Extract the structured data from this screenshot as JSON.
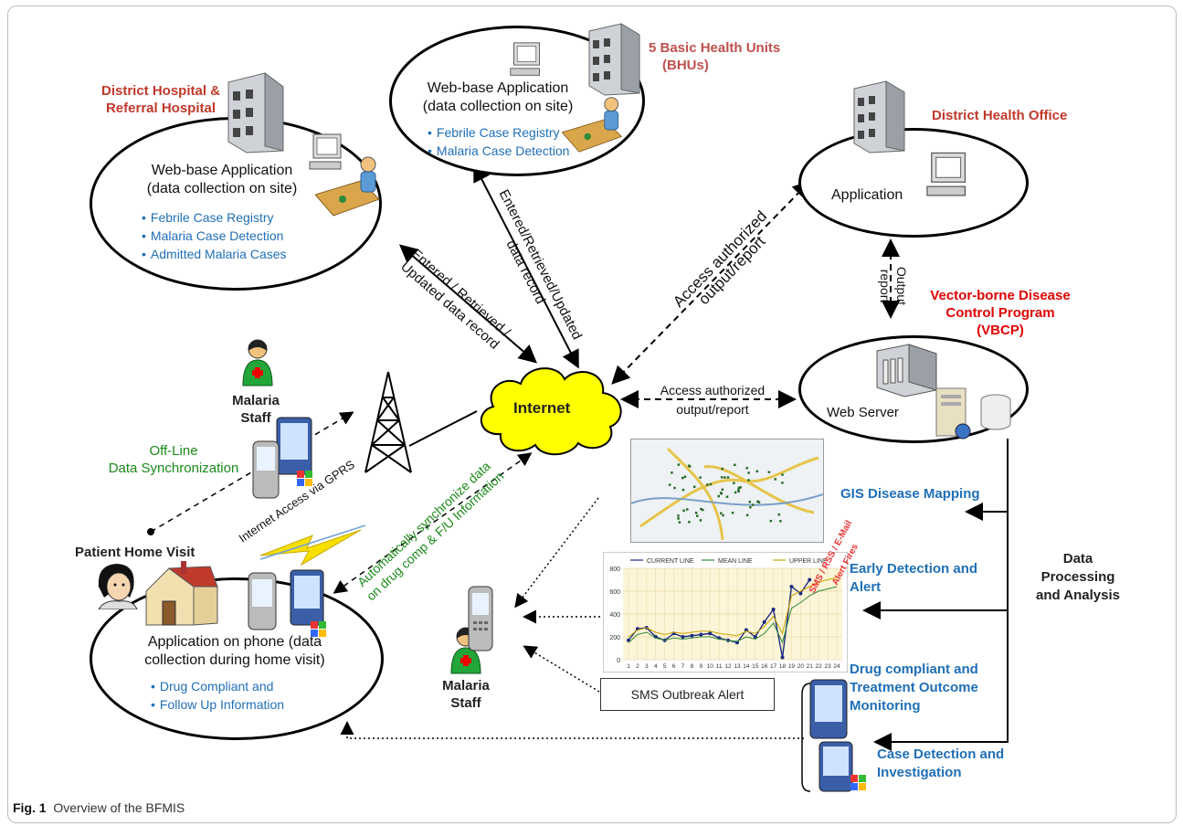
{
  "caption": {
    "label": "Fig. 1",
    "text": "Overview of the BFMIS"
  },
  "district_hospital": {
    "title_line1": "District Hospital &",
    "title_line2": "Referral Hospital",
    "app_line1": "Web-base Application",
    "app_line2": "(data collection on site)",
    "bullets": [
      "Febrile Case Registry",
      "Malaria Case Detection",
      "Admitted Malaria Cases"
    ]
  },
  "bhu": {
    "title_line1": "5 Basic Health Units",
    "title_line2": "(BHUs)",
    "app_line1": "Web-base Application",
    "app_line2": "(data collection on site)",
    "bullets": [
      "Febrile Case Registry",
      "Malaria Case Detection"
    ]
  },
  "dho": {
    "title": "District Health Office",
    "app": "Application"
  },
  "vbcp": {
    "title_line1": "Vector-borne Disease",
    "title_line2": "Control Program",
    "title_line3": "(VBCP)",
    "server": "Web Server"
  },
  "internet": {
    "label": "Internet"
  },
  "flows": {
    "hospital_line1": "Entered / Retrieved /",
    "hospital_line2": "Updated  data record",
    "bhu_line1": "Entered/Retrieved/Updated",
    "bhu_line2": "data record",
    "dho_line1": "Access authorized",
    "dho_line2": "output/report",
    "vbcp_line1": "Access authorized",
    "vbcp_line2": "output/report",
    "output_line1": "Output",
    "output_line2": "report",
    "gprs": "Internet Access via GPRS",
    "sync_line1": "Automatically synchronize data",
    "sync_line2": "on drug comp & F/U Information",
    "offline_line1": "Off-Line",
    "offline_line2": "Data Synchronization",
    "alerts": "SMS / RSS / E-Mail",
    "alerts2": "Alert Fires"
  },
  "staff": {
    "top_line1": "Malaria",
    "top_line2": "Staff",
    "bottom_line1": "Malaria",
    "bottom_line2": "Staff"
  },
  "home": {
    "title": "Patient Home Visit",
    "app_line1": "Application on phone (data",
    "app_line2": "collection during home visit)",
    "bullets": [
      "Drug Compliant and",
      "Follow Up Information"
    ]
  },
  "outputs": {
    "gis": "GIS Disease Mapping",
    "early_line1": "Early Detection and",
    "early_line2": "Alert",
    "drug_line1": "Drug compliant and",
    "drug_line2": "Treatment Outcome",
    "drug_line3": "Monitoring",
    "case_line1": "Case Detection and",
    "case_line2": "Investigation",
    "processing_line1": "Data",
    "processing_line2": "Processing",
    "processing_line3": "and Analysis"
  },
  "sms_box": "SMS Outbreak Alert",
  "chart_data": {
    "type": "line",
    "legend": [
      "CURRENT LINE",
      "MEAN LINE",
      "UPPER LINE"
    ],
    "x": [
      1,
      2,
      3,
      4,
      5,
      6,
      7,
      8,
      9,
      10,
      11,
      12,
      13,
      14,
      15,
      16,
      17,
      18,
      19,
      20,
      21,
      22,
      23,
      24
    ],
    "ylim": [
      0,
      800
    ],
    "yticks": [
      0,
      200,
      400,
      600,
      800
    ],
    "series": [
      {
        "name": "CURRENT LINE",
        "color": "#1c2a80",
        "values": [
          170,
          270,
          280,
          200,
          170,
          230,
          200,
          210,
          220,
          230,
          190,
          170,
          150,
          260,
          200,
          330,
          440,
          20,
          640,
          580,
          700,
          null,
          null,
          null
        ]
      },
      {
        "name": "MEAN LINE",
        "color": "#2e8b3a",
        "values": [
          150,
          220,
          240,
          190,
          170,
          190,
          180,
          190,
          200,
          200,
          180,
          170,
          160,
          200,
          180,
          230,
          320,
          150,
          450,
          500,
          560,
          600,
          620,
          640
        ]
      },
      {
        "name": "UPPER LINE",
        "color": "#c8a400",
        "values": [
          200,
          260,
          280,
          240,
          220,
          240,
          230,
          240,
          250,
          250,
          230,
          220,
          210,
          250,
          230,
          290,
          380,
          230,
          560,
          600,
          640,
          680,
          700,
          720
        ]
      }
    ]
  }
}
